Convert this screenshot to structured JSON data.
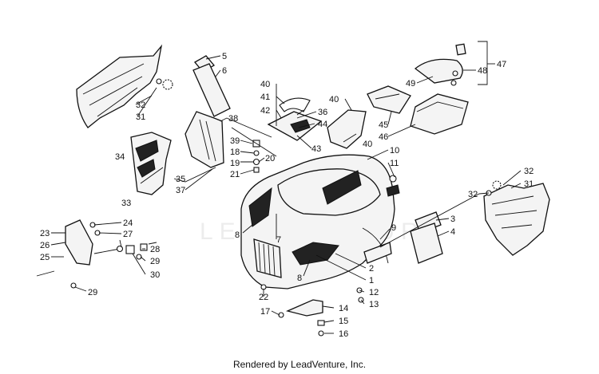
{
  "watermark": "LEADVENTURE",
  "credit": "Rendered by LeadVenture, Inc.",
  "callouts": {
    "c1": "1",
    "c2": "2",
    "c3": "3",
    "c4": "4",
    "c5": "5",
    "c6": "6",
    "c7": "7",
    "c8a": "8",
    "c8b": "8",
    "c9": "9",
    "c10": "10",
    "c11": "11",
    "c12": "12",
    "c13": "13",
    "c14": "14",
    "c15": "15",
    "c16": "16",
    "c17": "17",
    "c18": "18",
    "c19": "19",
    "c20": "20",
    "c21": "21",
    "c22": "22",
    "c23": "23",
    "c24": "24",
    "c25": "25",
    "c26": "26",
    "c27": "27",
    "c28": "28",
    "c29a": "29",
    "c29b": "29",
    "c30": "30",
    "c31a": "31",
    "c31b": "31",
    "c32a": "32",
    "c32b": "32",
    "c32c": "32",
    "c33": "33",
    "c34": "34",
    "c35": "35",
    "c36": "36",
    "c37": "37",
    "c38": "38",
    "c39": "39",
    "c40a": "40",
    "c40b": "40",
    "c40c": "40",
    "c41": "41",
    "c42": "42",
    "c43": "43",
    "c44": "44",
    "c45": "45",
    "c46": "46",
    "c47": "47",
    "c48": "48",
    "c49": "49"
  }
}
